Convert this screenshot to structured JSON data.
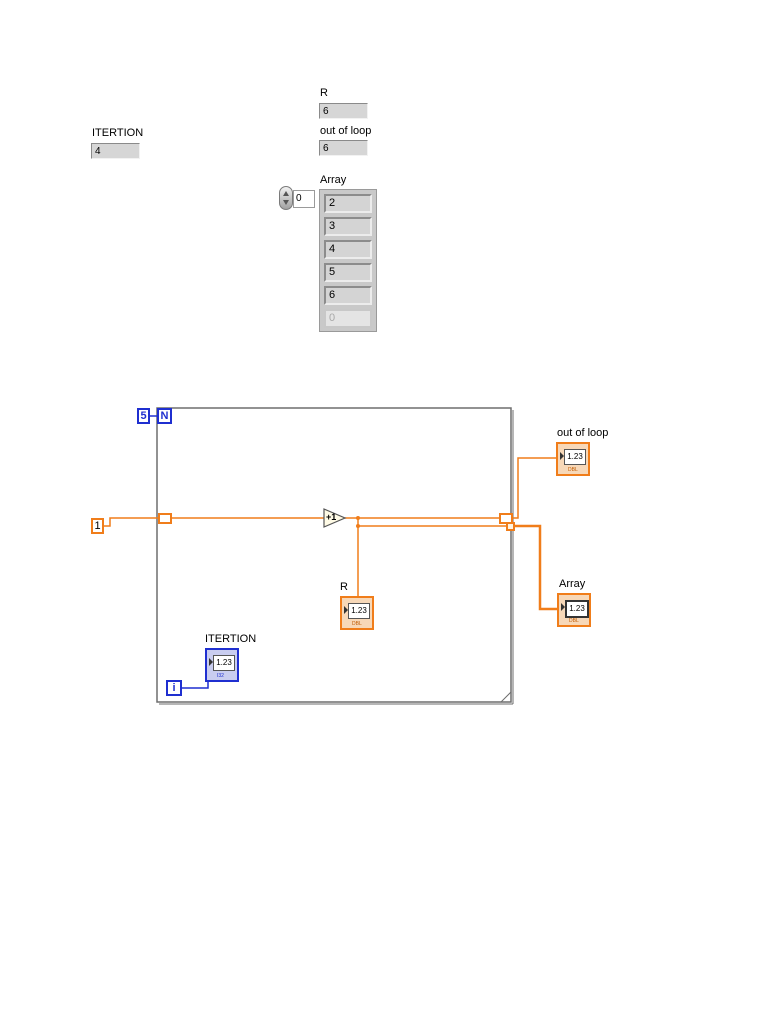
{
  "front_panel": {
    "iteration": {
      "label": "ITERTION",
      "value": "4"
    },
    "r": {
      "label": "R",
      "value": "6"
    },
    "out_of_loop": {
      "label": "out of loop",
      "value": "6"
    },
    "array": {
      "label": "Array",
      "index": "0",
      "elements": [
        "2",
        "3",
        "4",
        "5",
        "6"
      ],
      "empty_element": "0"
    }
  },
  "block_diagram": {
    "count_terminal": "N",
    "count_constant": "5",
    "initial_constant": "1",
    "increment_symbol": "+1",
    "iteration_terminal": "i",
    "indicators": {
      "r": {
        "label": "R",
        "display": "1.23",
        "type": "DBL"
      },
      "iteration": {
        "label": "ITERTION",
        "display": "1.23",
        "type": "I32"
      },
      "out_of_loop": {
        "label": "out of loop",
        "display": "1.23",
        "type": "DBL"
      },
      "array": {
        "label": "Array",
        "display": "1.23",
        "type": "DBL"
      }
    }
  },
  "colors": {
    "wire_double": "#f07d1a",
    "wire_integer": "#1f2fd0",
    "loop_border": "#6e6e6e"
  }
}
